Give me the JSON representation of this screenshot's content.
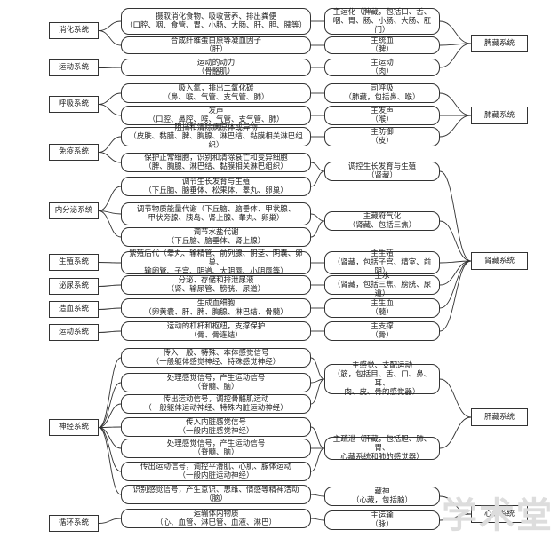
{
  "systems": [
    {
      "id": "s_xh",
      "label": "消化系统"
    },
    {
      "id": "s_yd",
      "label": "运动系统"
    },
    {
      "id": "s_hx",
      "label": "呼吸系统"
    },
    {
      "id": "s_my",
      "label": "免疫系统"
    },
    {
      "id": "s_nf",
      "label": "内分泌系统"
    },
    {
      "id": "s_sz",
      "label": "生殖系统"
    },
    {
      "id": "s_mn",
      "label": "泌尿系统"
    },
    {
      "id": "s_zx",
      "label": "造血系统"
    },
    {
      "id": "s_yd2",
      "label": "运动系统"
    },
    {
      "id": "s_sj",
      "label": "神经系统"
    },
    {
      "id": "s_xs",
      "label": "循环系统"
    }
  ],
  "functions": [
    {
      "id": "f1",
      "label": "摄取消化食物、吸收营养、排出粪便\n（口腔、咽、食管、胃、小肠、大肠、肝、胆、胰等）"
    },
    {
      "id": "f2",
      "label": "合成纤维蛋白原等凝血因子\n（肝）"
    },
    {
      "id": "f3",
      "label": "运动的动力\n（骨骼肌）"
    },
    {
      "id": "f4",
      "label": "吸入氧，排出二氧化碳\n（鼻、喉、气管、支气管、肺）"
    },
    {
      "id": "f5",
      "label": "发声\n（口腔、鼻腔、喉、气管、支气管、肺）"
    },
    {
      "id": "f6",
      "label": "阻挡和清除病原体或异物\n（皮肤、黏膜、脾、胸腺、淋巴结、黏膜相关淋巴组织）"
    },
    {
      "id": "f7",
      "label": "保护正常细胞，识别和清除衰亡和变异细胞\n（脾、胸腺、淋巴结、黏膜相关淋巴组织）"
    },
    {
      "id": "f8",
      "label": "调节生长发育与生殖\n（下丘脑、脑垂体、松果体、睾丸、卵巢）"
    },
    {
      "id": "f9",
      "label": "调节物质能量代谢（下丘脑、脑垂体、甲状腺、\n甲状旁腺、胰岛、肾上腺、睾丸、卵巢）"
    },
    {
      "id": "f10",
      "label": "调节水盐代谢\n（下丘脑、脑垂体、肾上腺）"
    },
    {
      "id": "f11",
      "label": "繁殖后代（睾丸、输精管、前列腺、阴茎、阴囊、卵巢、\n输卵管、子宫、阴道、大阴唇、小阴唇等）"
    },
    {
      "id": "f12",
      "label": "分泌、存储和排泄尿液\n（肾、输尿管、膀胱、尿道）"
    },
    {
      "id": "f13",
      "label": "生成血细胞\n（卵黄囊、肝、脾、胸腺、淋巴结、骨髓）"
    },
    {
      "id": "f14",
      "label": "运动的杠杆和枢纽，支撑保护\n（骨、骨连结）"
    },
    {
      "id": "f15",
      "label": "传入一般、特殊、本体感觉信号\n（一般躯体感觉神经、特殊感觉神经）"
    },
    {
      "id": "f16",
      "label": "处理感觉信号，产生运动信号\n（脊髓、脑）"
    },
    {
      "id": "f17",
      "label": "传出运动信号，调控骨骼肌运动\n（一般躯体运动神经、特殊内脏运动神经）"
    },
    {
      "id": "f18",
      "label": "传入内脏感觉信号\n（一般内脏感觉神经）"
    },
    {
      "id": "f19",
      "label": "处理感觉信号，产生运动信号\n（脊髓、脑）"
    },
    {
      "id": "f20",
      "label": "传出运动信号，调控平滑肌、心肌、腺体运动\n（一般内脏运动神经）"
    },
    {
      "id": "f21",
      "label": "识别感觉信号，产生意识、思维、情感等精神活动\n（脑）"
    },
    {
      "id": "f22",
      "label": "运输体内物质\n（心、血管、淋巴管、血液、淋巴）"
    }
  ],
  "tcm_functions": [
    {
      "id": "t1",
      "label": "主运化（脾藏，包括口、舌、\n咽、胃、肠、小肠、大肠、肛门）"
    },
    {
      "id": "t2",
      "label": "主统血\n（脾）"
    },
    {
      "id": "t3",
      "label": "主运动\n（肉）"
    },
    {
      "id": "t4",
      "label": "司呼吸\n（肺藏，包括鼻、喉）"
    },
    {
      "id": "t5",
      "label": "主发声\n（喉）"
    },
    {
      "id": "t6",
      "label": "主防御\n（皮）"
    },
    {
      "id": "t7",
      "label": "调控生长发育与生殖\n（肾藏）"
    },
    {
      "id": "t8",
      "label": "主藏府气化\n（肾藏、包括三焦）"
    },
    {
      "id": "t9",
      "label": "主生殖\n（肾藏，包括子宫、精室、前阴）"
    },
    {
      "id": "t10",
      "label": "主水\n（肾藏，包括三焦、膀胱、尿道）"
    },
    {
      "id": "t11",
      "label": "主生血\n（髓）"
    },
    {
      "id": "t12",
      "label": "主支撑\n（骨）"
    },
    {
      "id": "t13",
      "label": "主感觉、支配运动\n（筋，包括目、舌、口、鼻、耳、\n肉、皮、骨的感觉器）"
    },
    {
      "id": "t14",
      "label": "主疏泄（肝藏，包括胆、肺、胃、\n心藏系统和肺的感觉器）"
    },
    {
      "id": "t15",
      "label": "藏神\n（心藏，包括脑）"
    },
    {
      "id": "t16",
      "label": "主运输\n（脉）"
    }
  ],
  "organ_systems": [
    {
      "id": "o_pi",
      "label": "脾藏系统"
    },
    {
      "id": "o_fei",
      "label": "肺藏系统"
    },
    {
      "id": "o_shen",
      "label": "肾藏系统"
    },
    {
      "id": "o_gan",
      "label": "肝藏系统"
    },
    {
      "id": "o_xin",
      "label": "心藏系统"
    }
  ],
  "watermark": "学术堂"
}
